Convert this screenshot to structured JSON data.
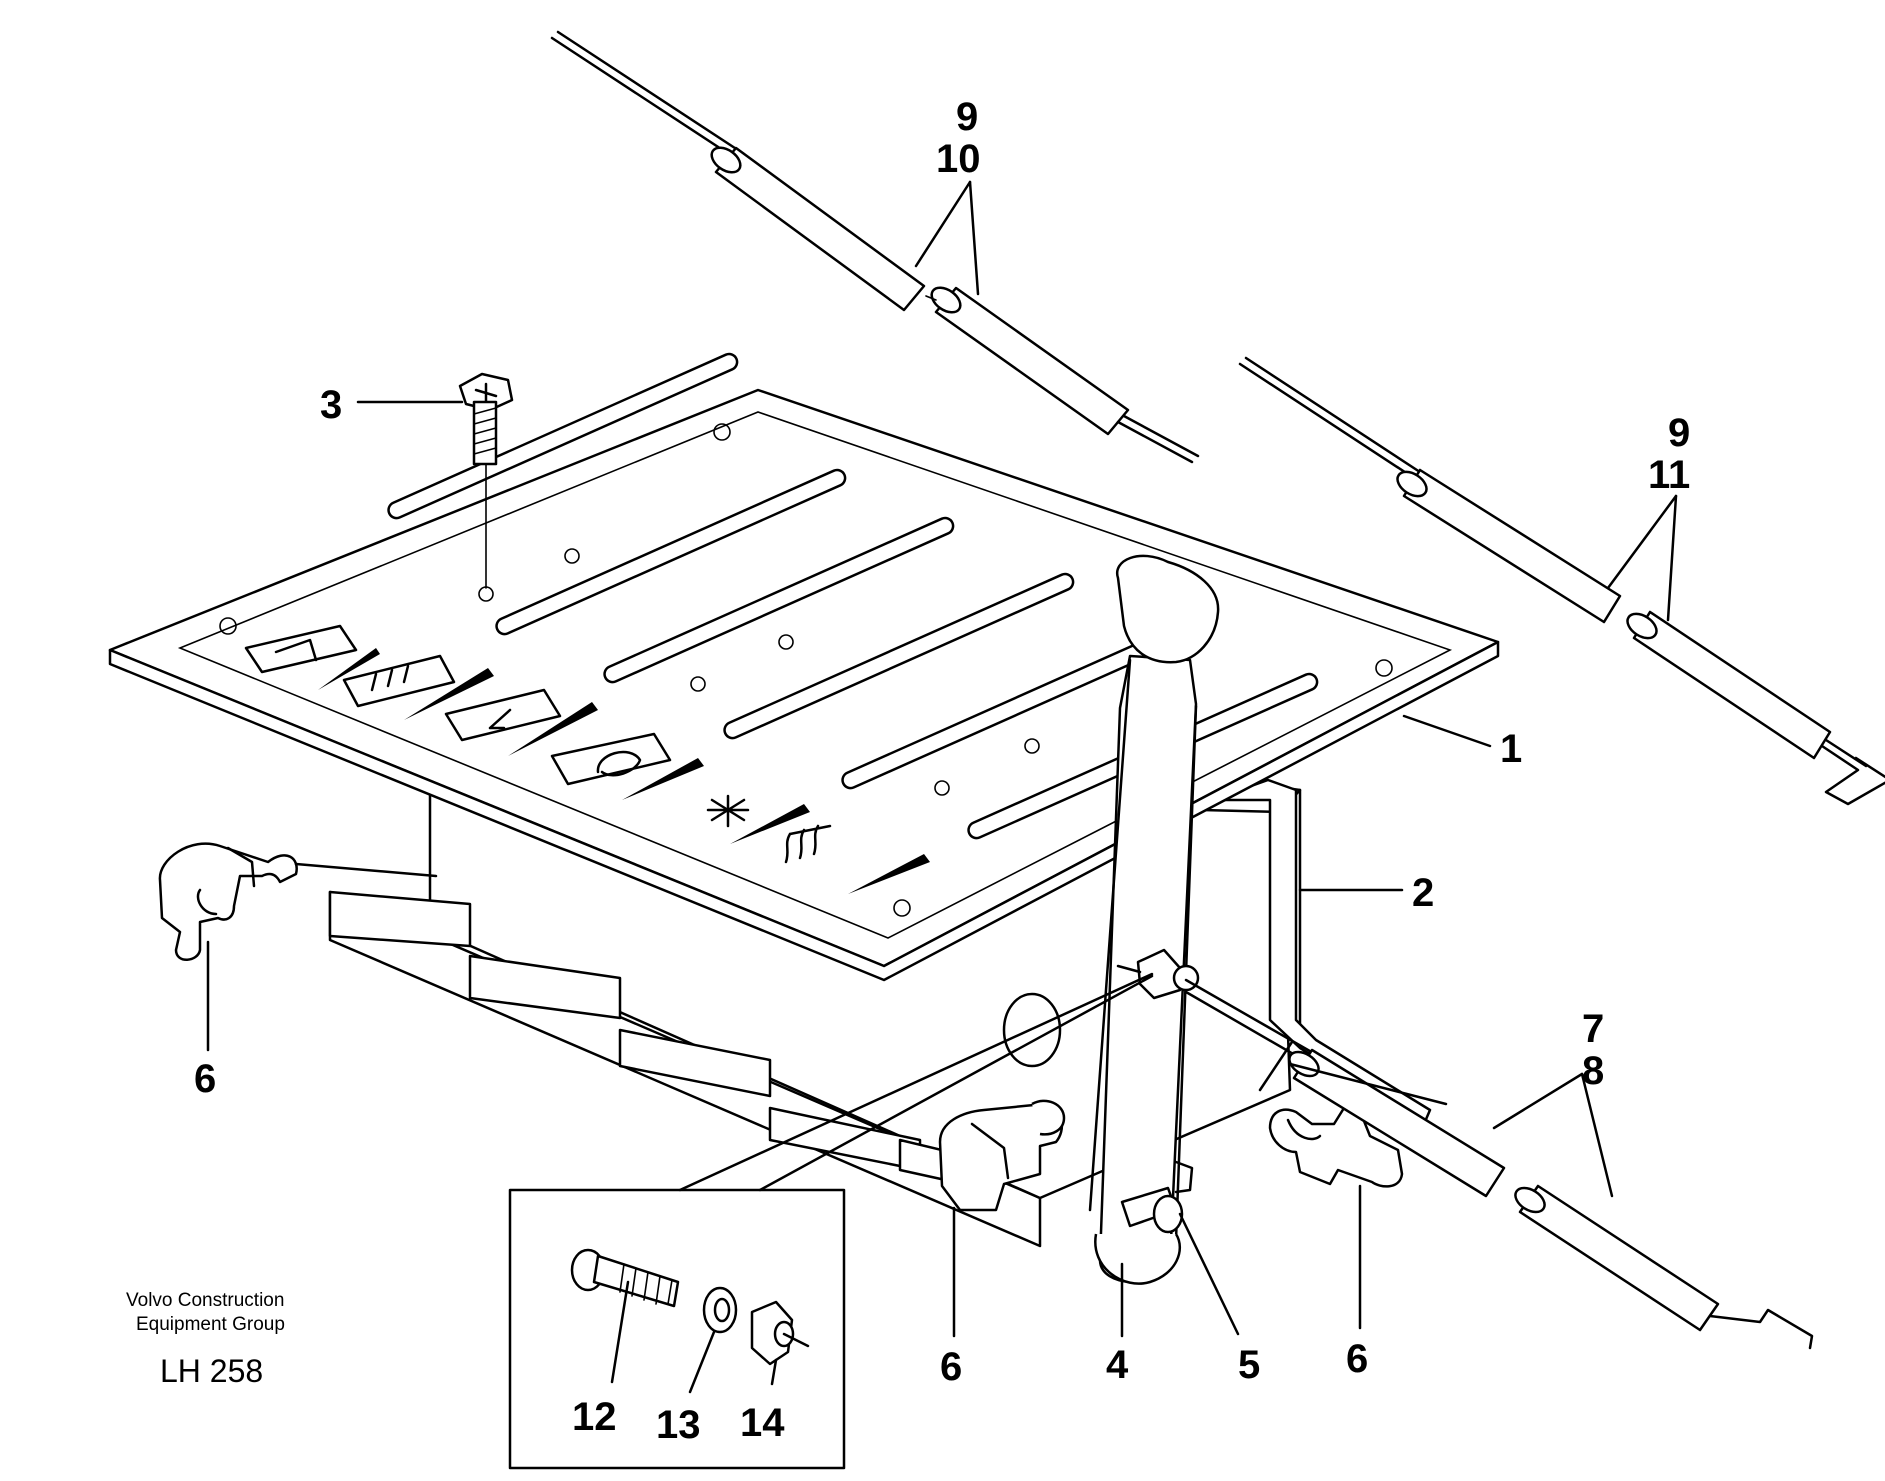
{
  "callouts": {
    "c1": "1",
    "c2": "2",
    "c3": "3",
    "c4": "4",
    "c5": "5",
    "c6a": "6",
    "c6b": "6",
    "c6c": "6",
    "c7": "7",
    "c8": "8",
    "c9a": "9",
    "c10": "10",
    "c9b": "9",
    "c11": "11",
    "c12": "12",
    "c13": "13",
    "c14": "14"
  },
  "caption": {
    "line1": "Volvo Construction",
    "line2": "Equipment Group",
    "code": "LH 258"
  },
  "panel_symbols": [
    "arrow-right-icon",
    "up-arrows-icon",
    "down-arrow-icon",
    "recirculation-icon",
    "snowflake-icon",
    "heat-waves-icon"
  ]
}
